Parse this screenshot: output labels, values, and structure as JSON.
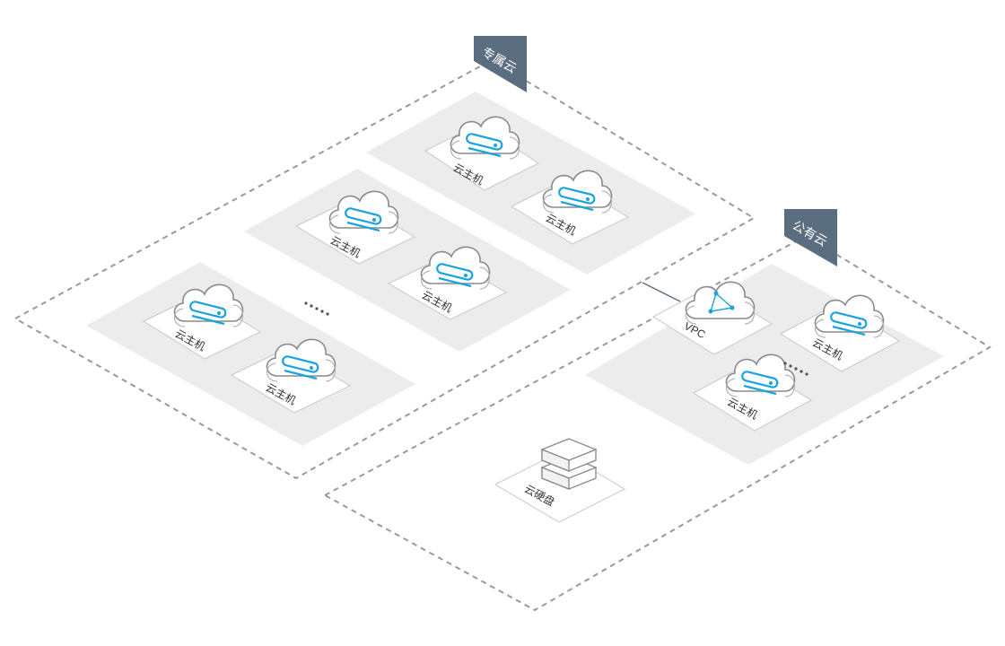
{
  "zones": {
    "dedicated": {
      "label": "专属云"
    },
    "public": {
      "label": "公有云"
    }
  },
  "nodes": {
    "vm_label": "云主机",
    "vpc_label": "VPC",
    "disk_label": "云硬盘"
  },
  "colors": {
    "tag_bg": "#5a6e80",
    "cloud_outline": "#8a8a8a",
    "server_accent": "#1aa3e0",
    "dashed_border": "#9a9a9a",
    "group_plate": "#ececec"
  },
  "icons": {
    "vm": "cloud-server-icon",
    "vpc": "cloud-network-icon",
    "disk": "disk-stack-icon"
  }
}
